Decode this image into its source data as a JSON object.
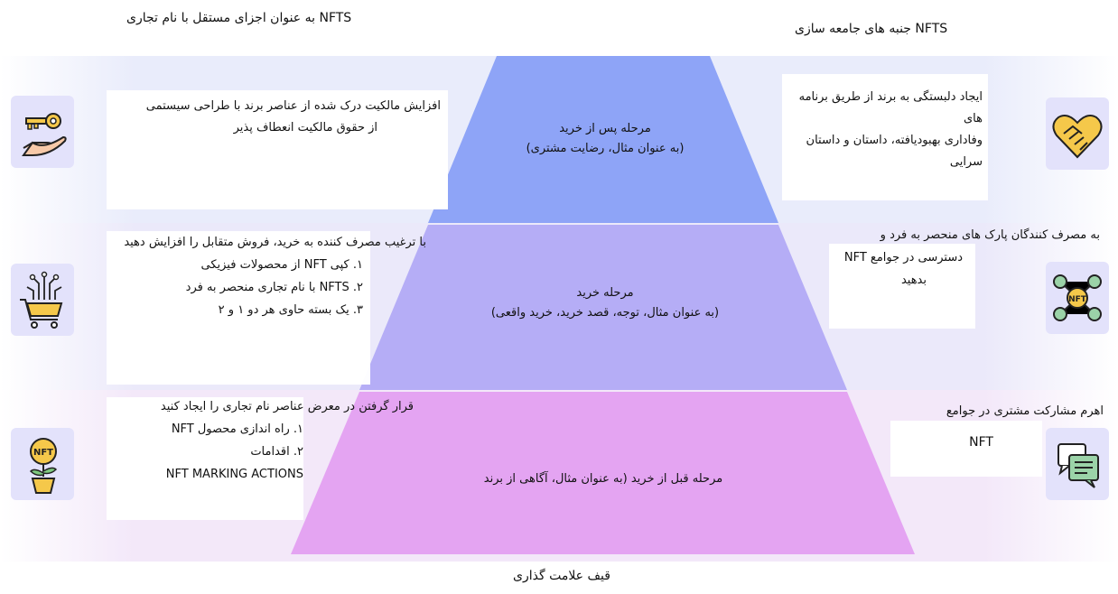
{
  "headers": {
    "left": "NFTS  به عنوان اجزای مستقل با نام تجاری",
    "right": "NFTS جنبه های جامعه سازی"
  },
  "funnel": {
    "top": {
      "line1": "مرحله پس از خرید",
      "line2": "(به عنوان مثال، رضایت مشتری)"
    },
    "middle": {
      "line1": "مرحله خرید",
      "line2": "(به عنوان مثال، توجه، قصد خرید، خرید واقعی)"
    },
    "bottom": {
      "line1": "مرحله قبل از خرید (به عنوان مثال، آگاهی از برند"
    }
  },
  "left_boxes": {
    "top": {
      "line1": "افزایش مالکیت درک شده از عناصر برند با طراحی سیستمی",
      "line2": "از حقوق مالکیت انعطاف پذیر"
    },
    "middle": {
      "heading": "با ترغیب مصرف کننده به خرید، فروش متقابل را افزایش دهید",
      "item1": "۱. کپی NFT از محصولات فیزیکی",
      "item2": "۲. NFTS با نام تجاری منحصر به فرد",
      "item3": "۳. یک بسته حاوی هر دو ۱ و ۲"
    },
    "bottom": {
      "heading": "قرار گرفتن در معرض عناصر نام تجاری را ایجاد کنید",
      "item1": "۱. راه اندازی محصول NFT",
      "item2": "۲. اقدامات",
      "item3": "NFT MARKING ACTIONS"
    }
  },
  "right_boxes": {
    "top": {
      "line1": "ایجاد دلبستگی به برند از طریق برنامه های",
      "line2": "وفاداری بهبودیافته، داستان و داستان سرایی"
    },
    "middle": {
      "heading": "به مصرف کنندگان پارک های منحصر به فرد و",
      "line2": "دسترسی در جوامع NFT",
      "line3": "بدهید"
    },
    "bottom": {
      "heading": "اهرم مشارکت مشتری در جوامع",
      "line2": "NFT"
    }
  },
  "icons": {
    "left_top": "key-hand-icon",
    "left_middle": "shopping-cart-circuit-icon",
    "left_bottom": "nft-plant-icon",
    "right_top": "heart-handshake-icon",
    "right_middle": "nft-network-icon",
    "right_bottom": "chat-message-icon",
    "tile_color": "#e1dcfb"
  },
  "caption": "قیف علامت گذاری",
  "colors": {
    "tier_top": "#8ea4f7",
    "tier_middle": "#b5adf6",
    "tier_bottom": "#e4a4f2",
    "icon_accent": "#f5c84a"
  }
}
